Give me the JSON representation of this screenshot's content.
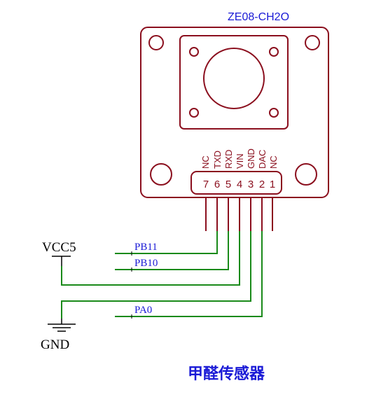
{
  "component": {
    "title": "ZE08-CH2O",
    "pin_labels": [
      "NC",
      "TXD",
      "RXD",
      "VIN",
      "GND",
      "DAC",
      "NC"
    ],
    "pin_numbers": [
      "7",
      "6",
      "5",
      "4",
      "3",
      "2",
      "1"
    ]
  },
  "power": {
    "vcc_label": "VCC5",
    "gnd_label": "GND"
  },
  "nets": {
    "pb11": "PB11",
    "pb10": "PB10",
    "pa0": "PA0"
  },
  "caption": "甲醛传感器",
  "colors": {
    "component": "#8b0f1e",
    "wire": "#1a8a1a",
    "net_label": "#1a1ad6",
    "caption": "#1a1ad6",
    "symbol": "#000000"
  }
}
